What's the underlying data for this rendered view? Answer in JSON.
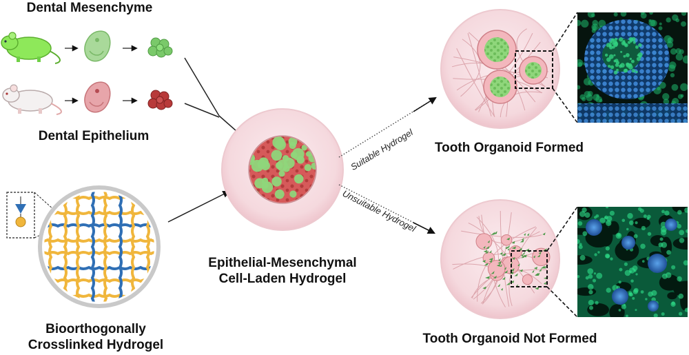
{
  "labels": {
    "dental_mesenchyme": "Dental Mesenchyme",
    "dental_epithelium": "Dental Epithelium",
    "hydrogel_line1": "Bioorthogonally",
    "hydrogel_line2": "Crosslinked Hydrogel",
    "center_line1": "Epithelial-Mesenchymal",
    "center_line2": "Cell-Laden Hydrogel",
    "suitable": "Suitable Hydrogel",
    "unsuitable": "Unsuitable Hydrogel",
    "formed": "Tooth Organoid Formed",
    "not_formed": "Tooth Organoid Not Formed"
  },
  "colors": {
    "mesenchyme_green": "#7fdc6a",
    "epithelium_red": "#c94b4b",
    "dish_pink": "#f6dde2",
    "grid_blue": "#2f6fb5",
    "grid_yellow": "#f0b63c",
    "micrograph_dark": "#06140e",
    "micrograph_green": "#22c67a",
    "nucleus_blue": "#2c78c8"
  },
  "icons": [
    "mouse-icon",
    "embryo-icon",
    "cell-cluster-icon",
    "crosslinker-icon",
    "hydrogel-dish-icon",
    "microscopy-image"
  ]
}
